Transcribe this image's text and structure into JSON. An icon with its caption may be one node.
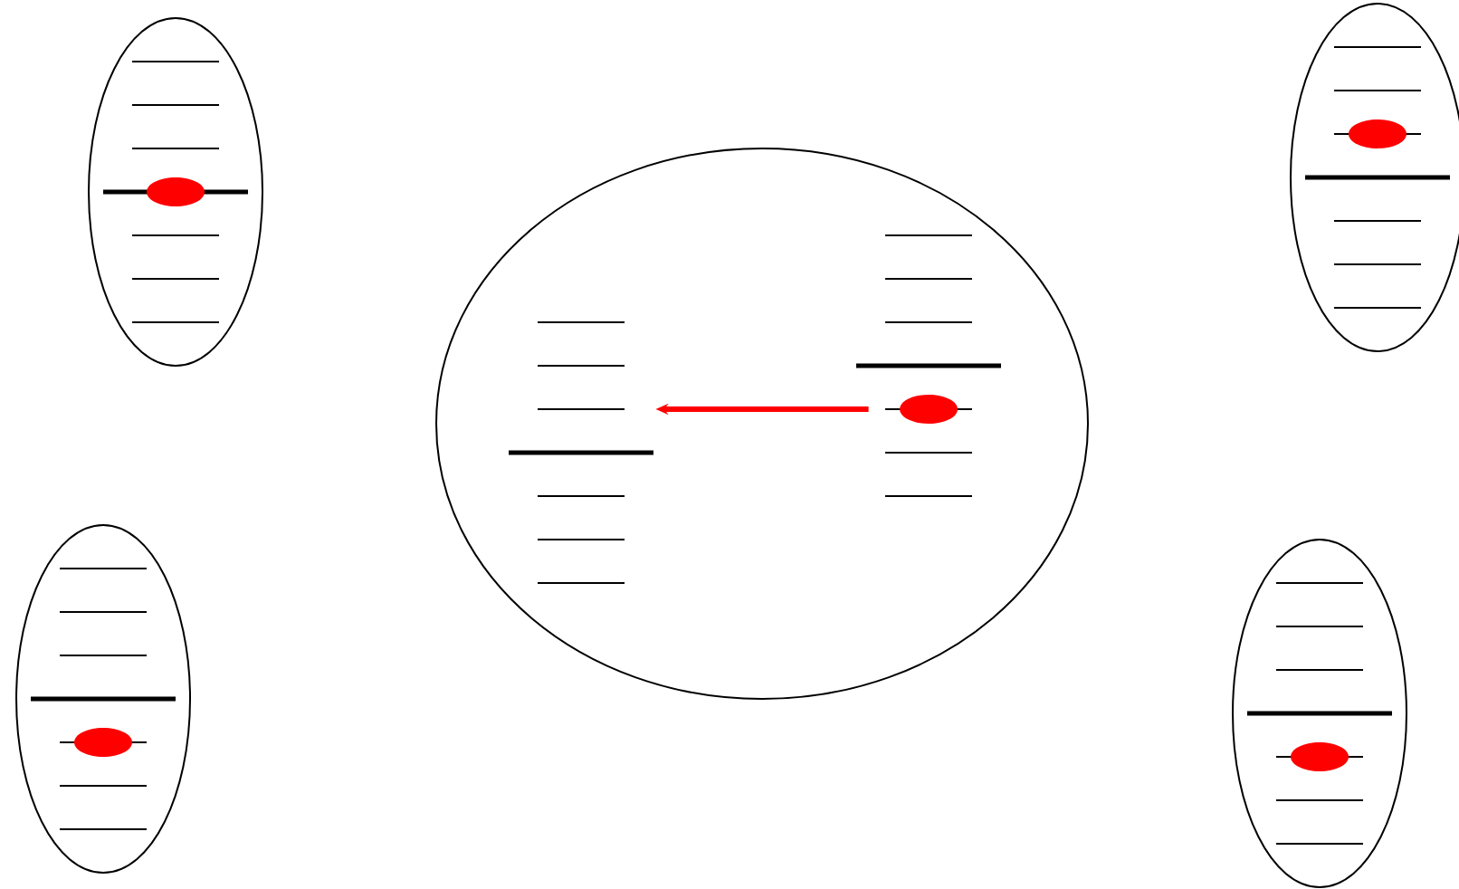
{
  "diagram": {
    "nodes": [
      {
        "text": [],
        "shape": "circle"
      },
      {
        "text": [],
        "shape": "circle"
      },
      {
        "text": [],
        "shape": "circle"
      },
      {
        "text": [],
        "shape": "circle"
      },
      {
        "text": [],
        "shape": "circle"
      },
      {
        "text": [],
        "shape": "circle",
        "in": 1
      },
      {
        "text": [],
        "shape": "bar",
        "in": 1
      }
    ],
    "edges": [
      {
        "from": 5,
        "to": 6,
        "arrow": "to",
        "color": "#ff0000"
      }
    ]
  }
}
